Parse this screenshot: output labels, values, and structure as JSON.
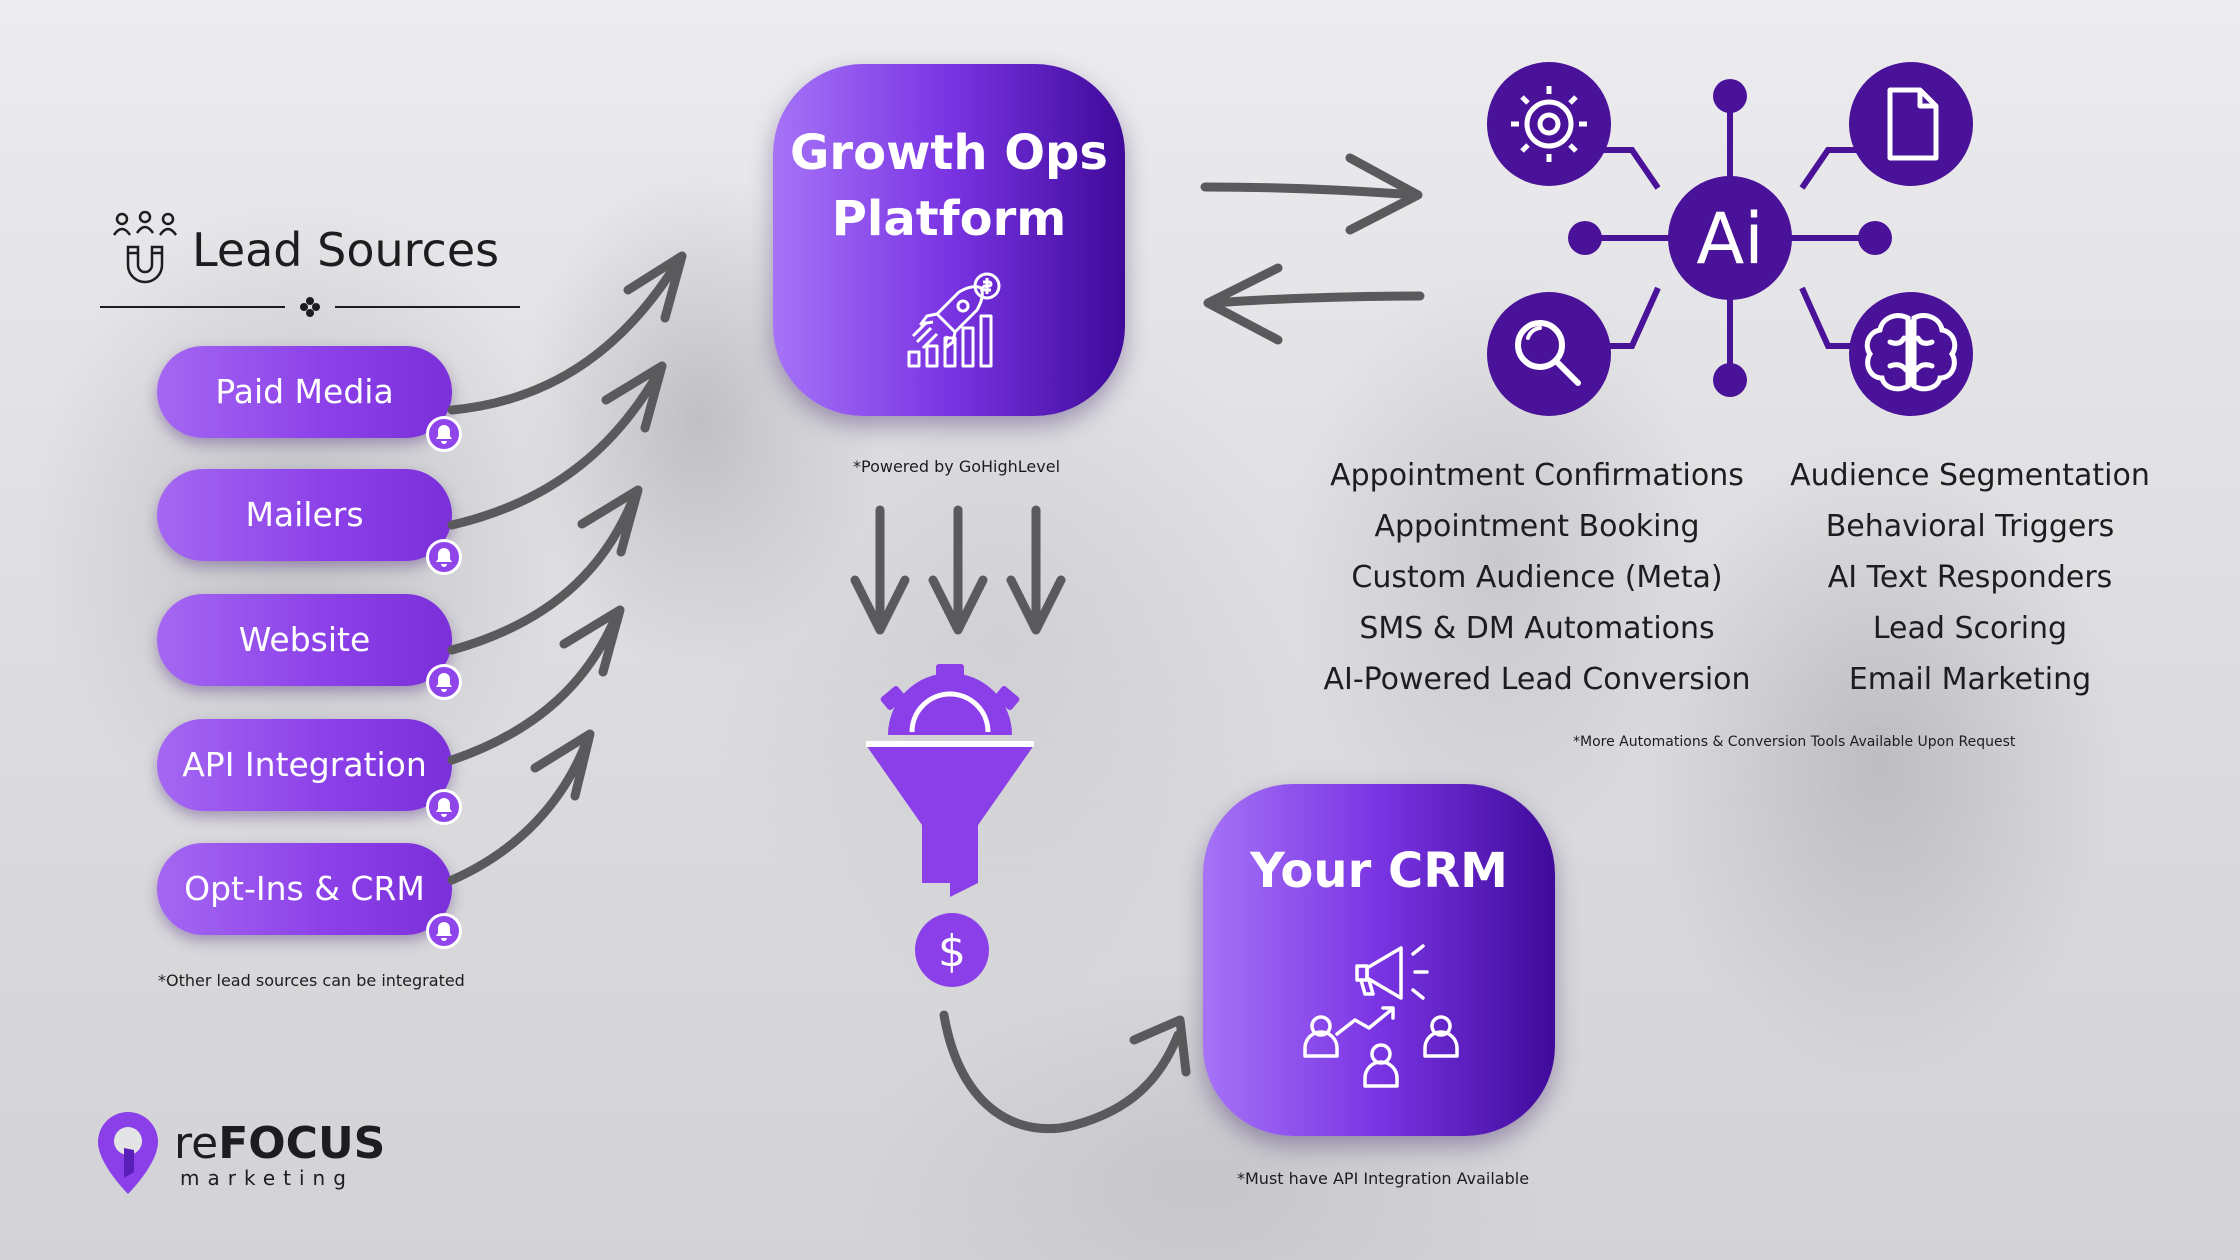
{
  "lead_sources": {
    "title": "Lead Sources",
    "items": [
      "Paid Media",
      "Mailers",
      "Website",
      "API Integration",
      "Opt-Ins & CRM"
    ],
    "note": "*Other lead sources can be integrated"
  },
  "platform": {
    "title_line1": "Growth Ops",
    "title_line2": "Platform",
    "note": "*Powered by GoHighLevel"
  },
  "ai": {
    "hub_label": "Ai",
    "features_left": [
      "Appointment Confirmations",
      "Appointment Booking",
      "Custom Audience (Meta)",
      "SMS & DM Automations",
      "AI-Powered Lead Conversion"
    ],
    "features_right": [
      "Audience Segmentation",
      "Behavioral Triggers",
      "AI Text Responders",
      "Lead Scoring",
      "Email Marketing"
    ],
    "note": "*More Automations & Conversion Tools Available Upon Request",
    "icons": [
      "gear-icon",
      "document-icon",
      "magnifier-icon",
      "brain-icon"
    ]
  },
  "crm": {
    "title": "Your CRM",
    "note": "*Must have API Integration Available"
  },
  "funnel": {
    "currency_symbol": "$"
  },
  "brand": {
    "name_prefix": "re",
    "name_main": "FOCUS",
    "tagline": "marketing"
  },
  "colors": {
    "accent": "#8b3fe8",
    "deep": "#3f0a9a",
    "arrow": "#5a5a5c",
    "text": "#1d1d1f"
  }
}
